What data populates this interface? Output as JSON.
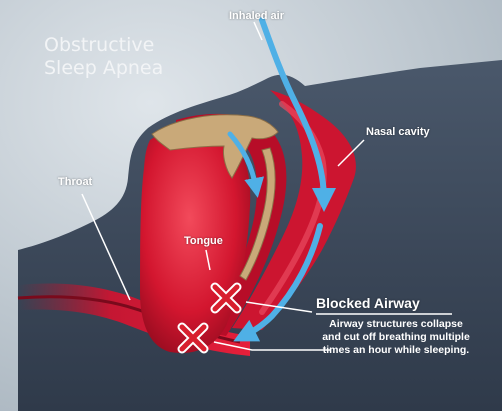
{
  "title": {
    "line1": "Obstructive",
    "line2": "Sleep Apnea"
  },
  "labels": {
    "inhaled_air": "Inhaled air",
    "nasal_cavity": "Nasal cavity",
    "throat": "Throat",
    "tongue": "Tongue",
    "blocked_airway": "Blocked Airway",
    "description": [
      "Airway structures collapse",
      "and cut off breathing multiple",
      "times an hour while sleeping."
    ]
  },
  "colors": {
    "background": "#c3cdd4",
    "head": "#3d4a5c",
    "tissue": "#c4102c",
    "tissue_dark": "#8a0a1e",
    "airflow_arrow": "#4fb0e6",
    "blockage_mark": "#d81f2e",
    "bone": "#c9a979"
  },
  "icons": [
    "blockage-x-icon",
    "airflow-arrow-icon"
  ]
}
